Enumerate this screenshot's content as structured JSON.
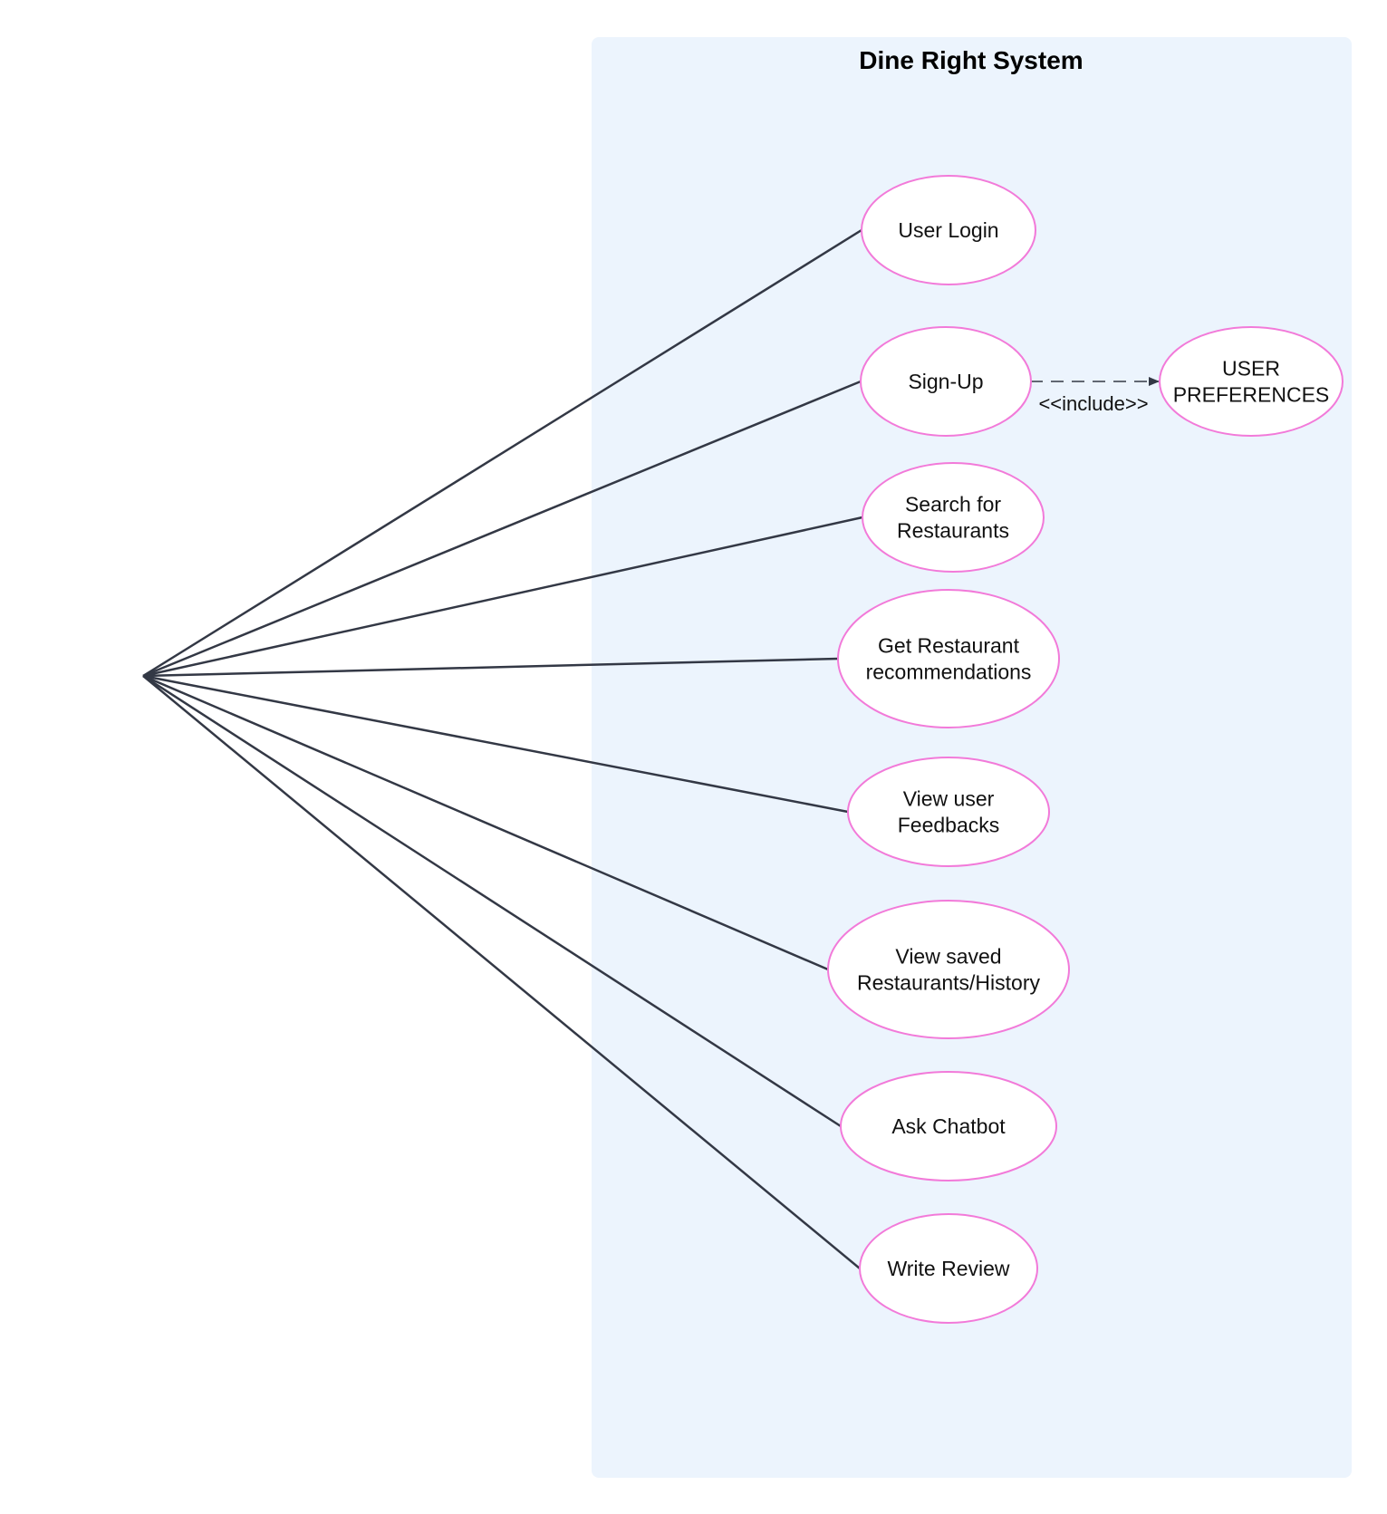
{
  "system": {
    "title": "Dine Right System"
  },
  "use_cases": [
    {
      "id": "login",
      "lines": [
        "User Login"
      ]
    },
    {
      "id": "signup",
      "lines": [
        "Sign-Up"
      ]
    },
    {
      "id": "search",
      "lines": [
        "Search for",
        "Restaurants"
      ]
    },
    {
      "id": "recommend",
      "lines": [
        "Get Restaurant",
        "recommendations"
      ]
    },
    {
      "id": "feedback",
      "lines": [
        "View user",
        "Feedbacks"
      ]
    },
    {
      "id": "saved",
      "lines": [
        "View saved",
        "Restaurants/History"
      ]
    },
    {
      "id": "chatbot",
      "lines": [
        "Ask Chatbot"
      ]
    },
    {
      "id": "review",
      "lines": [
        "Write Review"
      ]
    },
    {
      "id": "preferences",
      "lines": [
        "USER",
        "PREFERENCES"
      ]
    }
  ],
  "relations": {
    "include_label": "<<include>>",
    "include_from": "signup",
    "include_to": "preferences"
  },
  "colors": {
    "boundary_fill": "#ecf4fd",
    "ellipse_stroke": "#f27ad9",
    "line": "#333845"
  }
}
